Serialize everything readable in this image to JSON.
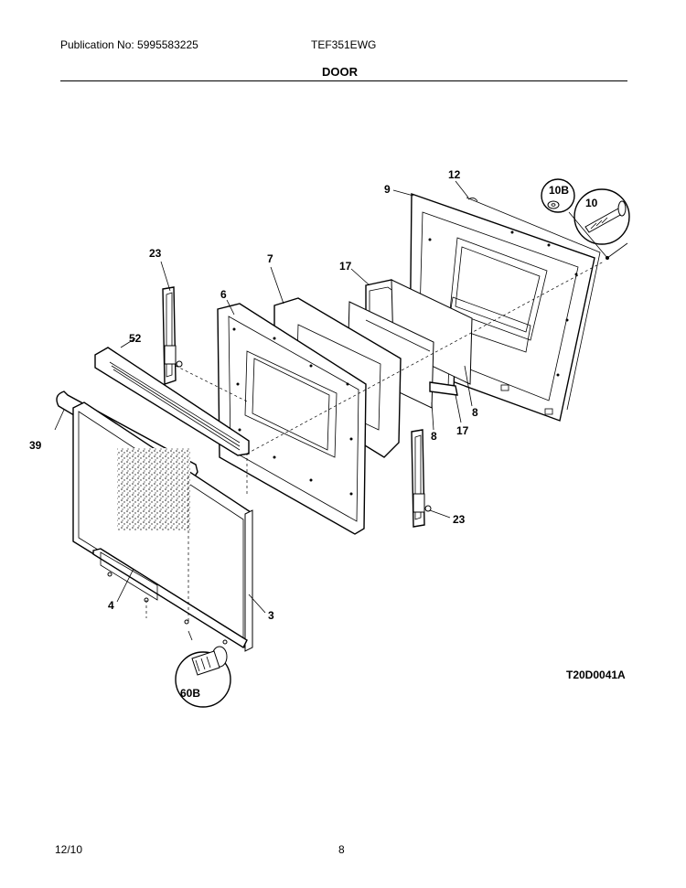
{
  "header": {
    "publication": "Publication No: 5995583225",
    "model": "TEF351EWG",
    "section": "DOOR"
  },
  "diagram": {
    "code": "T20D0041A",
    "callouts": {
      "c9": "9",
      "c12": "12",
      "c10B": "10B",
      "c10": "10",
      "c23a": "23",
      "c7": "7",
      "c17a": "17",
      "c6": "6",
      "c52": "52",
      "c39": "39",
      "c8a": "8",
      "c8b": "8",
      "c17b": "17",
      "c23b": "23",
      "c4": "4",
      "c3": "3",
      "c60B": "60B"
    }
  },
  "footer": {
    "date": "12/10",
    "page": "8"
  }
}
